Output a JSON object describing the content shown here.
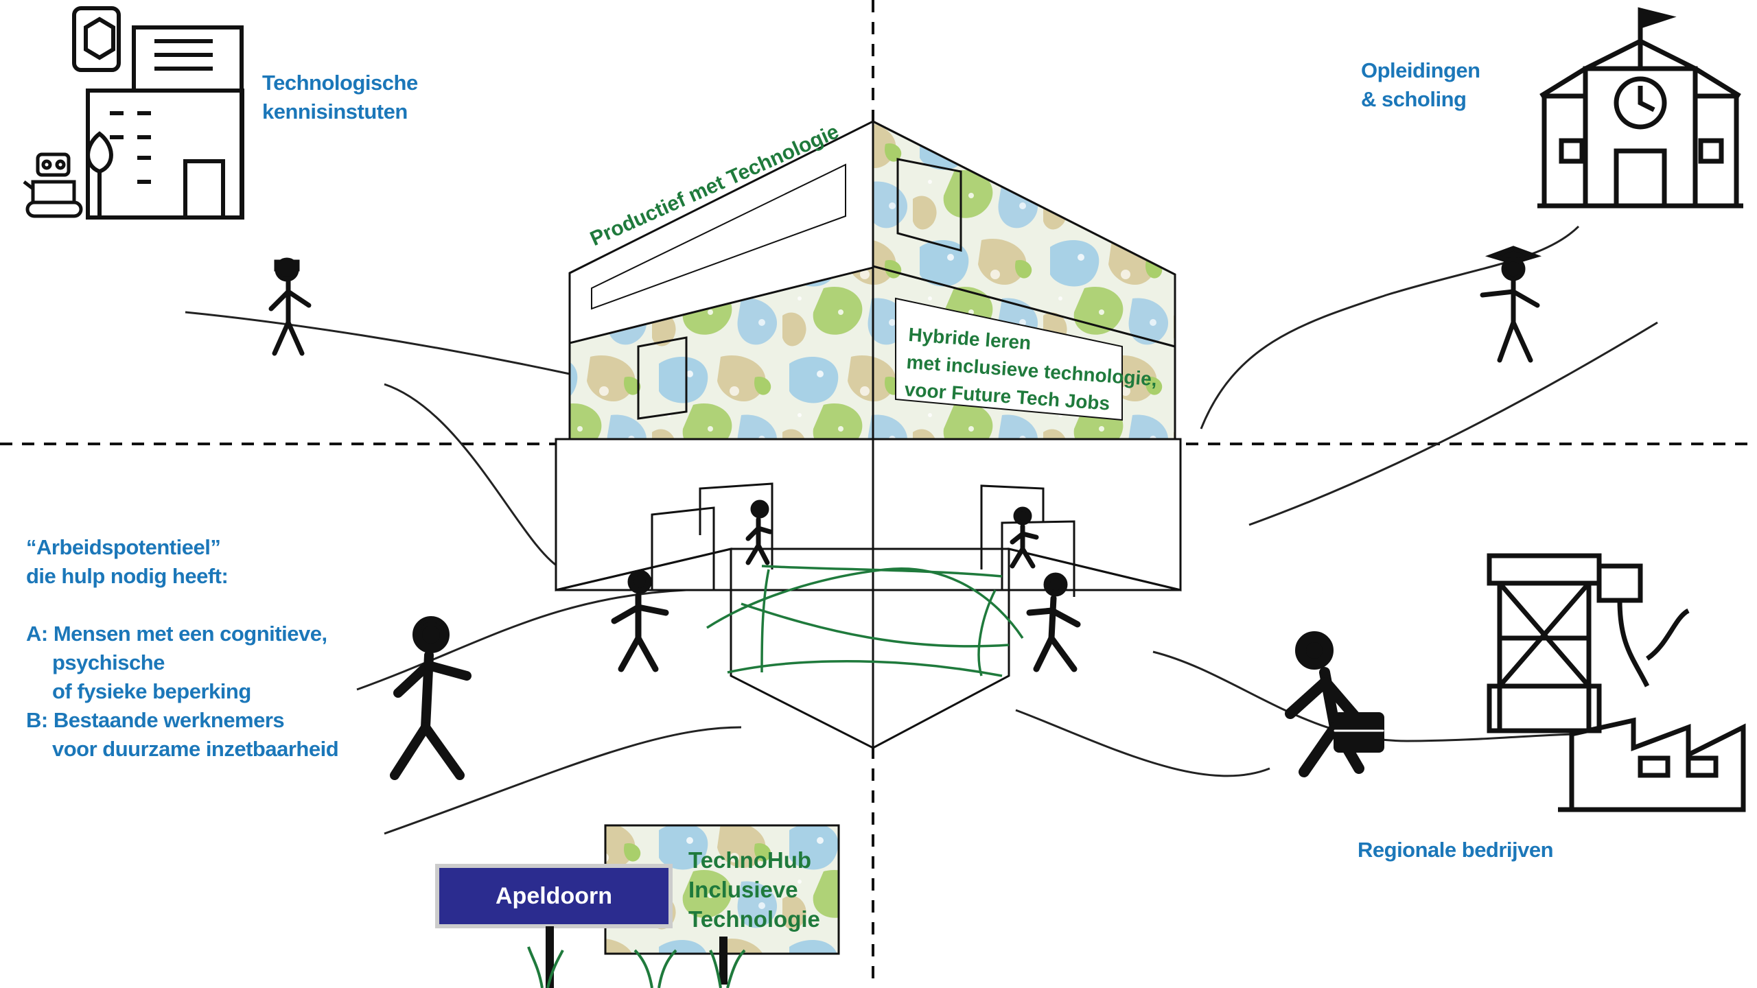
{
  "labels": {
    "tech_institutes": [
      "Technologische",
      "kennisinstuten"
    ],
    "education": [
      "Opleidingen",
      "& scholing"
    ],
    "workforce_intro": [
      "“Arbeidspotentieel”",
      "die hulp nodig heeft:"
    ],
    "workforce_a": [
      "A: Mensen met een cognitieve,",
      "psychische",
      "of fysieke beperking"
    ],
    "workforce_b": [
      "B: Bestaande werknemers",
      "voor duurzame inzetbaarheid"
    ],
    "regional_companies": "Regionale bedrijven"
  },
  "building": {
    "sign_left": "Productief met Technologie",
    "sign_right": [
      "Hybride leren",
      "met inclusieve technologie,",
      "voor Future Tech Jobs"
    ]
  },
  "town_sign": "Apeldoorn",
  "hub_sign": [
    "TechnoHub",
    "Inclusieve",
    "Technologie"
  ],
  "colors": {
    "label_blue": "#1b77b9",
    "sign_green": "#1f7a3c",
    "town_sign_navy": "#2b2c8f",
    "pattern_blue": "#9ccbe6",
    "pattern_green": "#a9cf6b",
    "pattern_tan": "#d8c99a"
  },
  "icons": [
    "lab-building-icon",
    "robot-icon",
    "school-building-icon",
    "factory-icon",
    "student-graduate-icon",
    "vr-headset-person-icon",
    "headphones-person-icon",
    "briefcase-person-icon"
  ]
}
